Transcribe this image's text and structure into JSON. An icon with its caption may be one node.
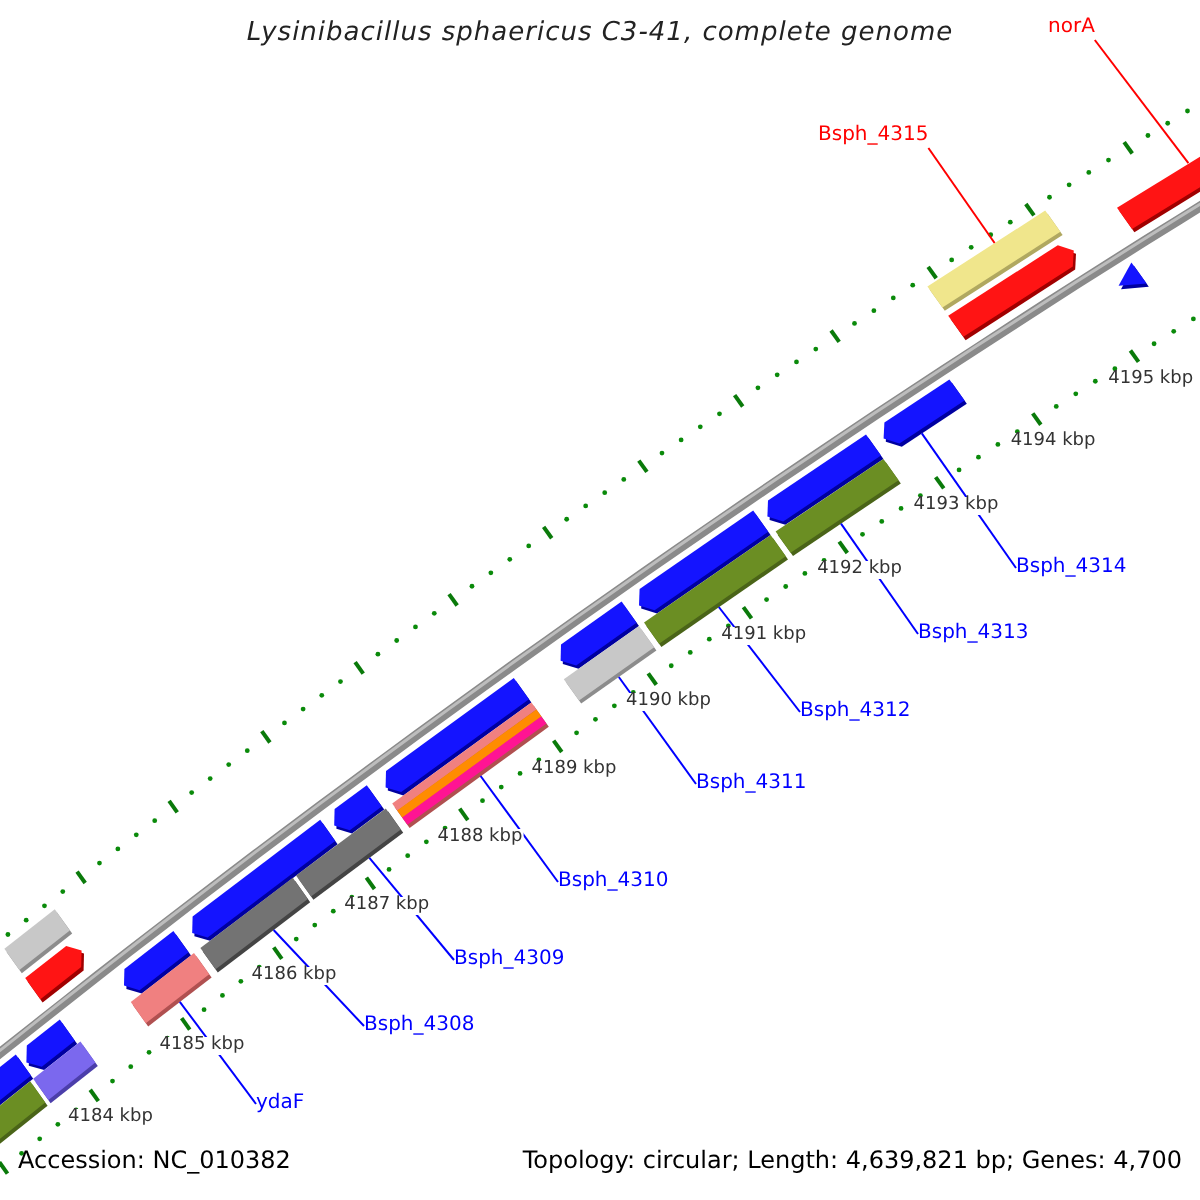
{
  "diagram": {
    "title": "Lysinibacillus sphaericus C3-41, complete genome",
    "nodes": [
      {
        "text": [
          "norA"
        ]
      },
      {
        "text": [],
        "shape": "bar"
      },
      {
        "text": [
          "Bsph_4315"
        ]
      },
      {
        "text": [],
        "shape": "bar"
      },
      {
        "text": [
          "Bsph_4314"
        ]
      },
      {
        "text": [],
        "shape": "bar"
      },
      {
        "text": [
          "Bsph_4313"
        ]
      },
      {
        "text": [],
        "shape": "bar"
      },
      {
        "text": [
          "Bsph_4312"
        ]
      },
      {
        "text": [],
        "shape": "bar"
      },
      {
        "text": [
          "Bsph_4311"
        ]
      },
      {
        "text": [],
        "shape": "bar"
      },
      {
        "text": [
          "Bsph_4310"
        ]
      },
      {
        "text": [],
        "shape": "bar"
      },
      {
        "text": [
          "Bsph_4309"
        ]
      },
      {
        "text": [],
        "shape": "bar"
      },
      {
        "text": [
          "Bsph_4308"
        ]
      },
      {
        "text": [],
        "shape": "bar"
      },
      {
        "text": [
          "ydaF"
        ]
      },
      {
        "text": [],
        "shape": "bar"
      }
    ],
    "edges": [
      {
        "from": 0,
        "to": 1,
        "arrow": "none",
        "color": "#ff0000"
      },
      {
        "from": 2,
        "to": 3,
        "arrow": "none",
        "color": "#ff0000"
      },
      {
        "from": 4,
        "to": 5,
        "arrow": "none"
      },
      {
        "from": 6,
        "to": 7,
        "arrow": "none"
      },
      {
        "from": 8,
        "to": 9,
        "arrow": "none"
      },
      {
        "from": 10,
        "to": 11,
        "arrow": "none"
      },
      {
        "from": 12,
        "to": 13,
        "arrow": "none"
      },
      {
        "from": 14,
        "to": 15,
        "arrow": "none"
      },
      {
        "from": 16,
        "to": 17,
        "arrow": "none"
      },
      {
        "from": 18,
        "to": 19,
        "arrow": "none"
      }
    ],
    "labels": [
      "4195 kbp",
      "4194 kbp",
      "4193 kbp",
      "4192 kbp",
      "4191 kbp",
      "4190 kbp",
      "4189 kbp",
      "4188 kbp",
      "4187 kbp",
      "4186 kbp",
      "4185 kbp",
      "4184 kbp",
      "Accession: NC_010382",
      "Topology: circular; Length: 4,639,821 bp; Genes: 4,700"
    ]
  }
}
